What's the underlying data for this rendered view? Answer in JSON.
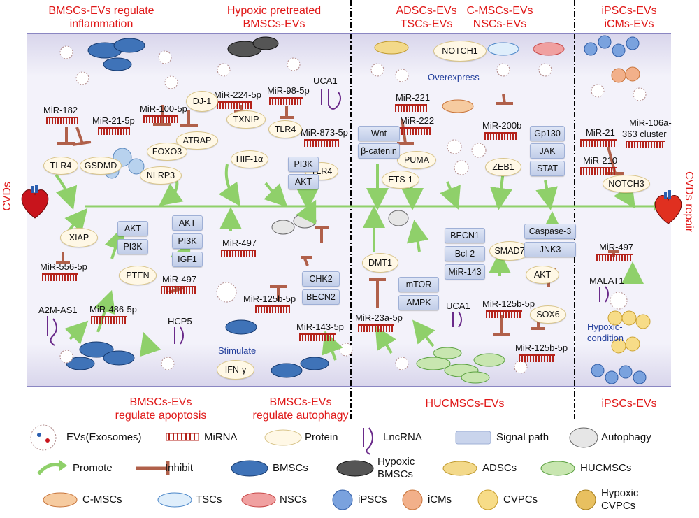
{
  "titles": {
    "bmsc_inflam_1": "BMSCs-EVs regulate",
    "bmsc_inflam_2": "inflammation",
    "hypoxic_1": "Hypoxic pretreated",
    "hypoxic_2": "BMSCs-EVs",
    "adsc_tsc_1": "ADSCs-EVs",
    "adsc_tsc_2": "TSCs-EVs",
    "cmsc_nsc_1": "C-MSCs-EVs",
    "cmsc_nsc_2": "NSCs-EVs",
    "ipsc_top_1": "iPSCs-EVs",
    "ipsc_top_2": "iCMs-EVs",
    "apoptosis_1": "BMSCs-EVs",
    "apoptosis_2": "regulate apoptosis",
    "autophagy_1": "BMSCs-EVs",
    "autophagy_2": "regulate autophagy",
    "hucmsc": "HUCMSCs-EVs",
    "ipsc_bottom": "iPSCs-EVs"
  },
  "sides": {
    "left": "CVDs",
    "right": "CVDs repair"
  },
  "mirnas": {
    "m182": "MiR-182",
    "m21_5p": "MiR-21-5p",
    "m100": "MiR-100-5p",
    "m224": "MiR-224-5p",
    "m98": "MiR-98-5p",
    "m873": "MiR-873-5p",
    "m221": "MiR-221",
    "m222": "MiR-222",
    "m200b": "MiR-200b",
    "m21": "MiR-21",
    "m106": "MiR-106a-",
    "m106b": "363 cluster",
    "m210": "MiR-210",
    "m556": "MiR-556-5p",
    "m486": "MiR-486-5p",
    "m497a": "MiR-497",
    "m497b": "MiR-497",
    "m125a": "MiR-125b-5p",
    "m143a": "MiR-143-5p",
    "m23a": "MiR-23a-5p",
    "m125b": "MiR-125b-5p",
    "m125c": "MiR-125b-5p",
    "m497c": "MiR-497"
  },
  "proteins": {
    "tlr4a": "TLR4",
    "gsdmd": "GSDMD",
    "foxo3": "FOXO3",
    "nlrp3": "NLRP3",
    "dj1": "DJ-1",
    "atrap": "ATRAP",
    "txnip": "TXNIP",
    "hif": "HIF-1α",
    "tlr4b": "TLR4",
    "tlr4c": "TLR4",
    "puma": "PUMA",
    "ets1": "ETS-1",
    "notch1": "NOTCH1",
    "zeb1": "ZEB1",
    "notch3": "NOTCH3",
    "xiap": "XIAP",
    "pten": "PTEN",
    "dmt1": "DMT1",
    "smad7": "SMAD7",
    "akt": "AKT",
    "sox6": "SOX6",
    "ifn": "IFN-γ"
  },
  "paths": {
    "pi3k_akt": [
      "PI3K",
      "AKT"
    ],
    "wnt": [
      "Wnt",
      "β-catenin"
    ],
    "jak": [
      "Gp130",
      "JAK",
      "STAT"
    ],
    "akt_pi3k": [
      "AKT",
      "PI3K"
    ],
    "akt_pi3k_igf": [
      "AKT",
      "PI3K",
      "IGF1"
    ],
    "chk2": [
      "CHK2",
      "BECN2"
    ],
    "mtor": [
      "mTOR",
      "AMPK"
    ],
    "becn1": [
      "BECN1",
      "Bcl-2",
      "MiR-143"
    ],
    "caspase": [
      "Caspase-3",
      "JNK3"
    ]
  },
  "lncrnas": {
    "uca1a": "UCA1",
    "a2m": "A2M-AS1",
    "hcp5": "HCP5",
    "uca1b": "UCA1",
    "malat1": "MALAT1"
  },
  "blue_text": {
    "overexpress": "Overexpress",
    "stimulate": "Stimulate",
    "hypoxic1": "Hypoxic-",
    "hypoxic2": "condition"
  },
  "legend": {
    "evs": "EVs(Exosomes)",
    "mirna": "MiRNA",
    "protein": "Protein",
    "lncrna": "LncRNA",
    "signal": "Signal path",
    "autophagy": "Autophagy",
    "promote": "Promote",
    "inhibit": "Inhibit",
    "bmscs": "BMSCs",
    "hypoxic_bmscs_1": "Hypoxic",
    "hypoxic_bmscs_2": "BMSCs",
    "adscs": "ADSCs",
    "hucmscs": "HUCMSCs",
    "cmscs": "C-MSCs",
    "tscs": "TSCs",
    "nscs": "NSCs",
    "ipscs": "iPSCs",
    "icms": "iCMs",
    "cvpcs": "CVPCs",
    "hypoxic_cvpcs_1": "Hypoxic",
    "hypoxic_cvpcs_2": "CVPCs"
  },
  "colors": {
    "title_red": "#e01818",
    "mirna_red": "#b4221a",
    "promote_green": "#8fd06a",
    "inhibit_brown": "#b0604a",
    "band": "#8a86c2"
  }
}
